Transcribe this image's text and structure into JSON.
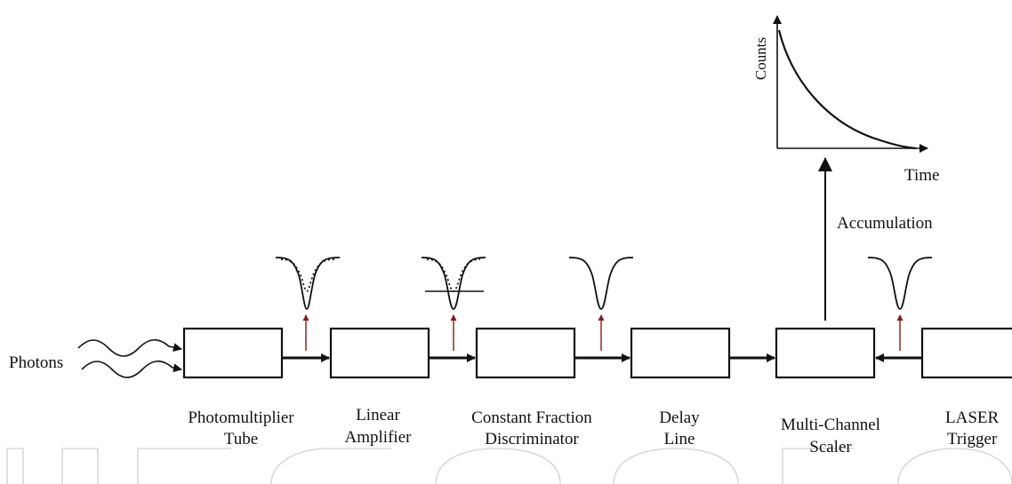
{
  "input_label": "Photons",
  "blocks": [
    {
      "id": "pmt",
      "lines": [
        "Photomultiplier",
        "Tube"
      ]
    },
    {
      "id": "amp",
      "lines": [
        "Linear",
        "Amplifier"
      ]
    },
    {
      "id": "cfd",
      "lines": [
        "Constant Fraction",
        "Discriminator"
      ]
    },
    {
      "id": "delay",
      "lines": [
        "Delay",
        "Line"
      ]
    },
    {
      "id": "mcs",
      "lines": [
        "Multi-Channel",
        "Scaler"
      ]
    },
    {
      "id": "laser",
      "lines": [
        "LASER",
        "Trigger"
      ]
    }
  ],
  "accumulation_label": "Accumulation",
  "plot": {
    "ylabel": "Counts",
    "xlabel": "Time",
    "curve": "exponential-decay"
  }
}
